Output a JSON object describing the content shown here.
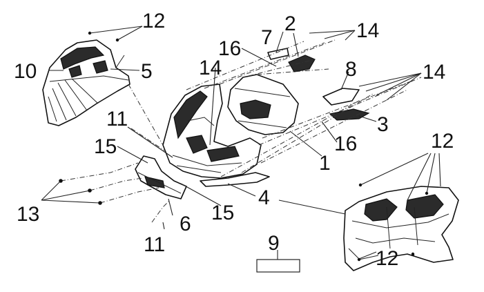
{
  "diagram": {
    "labels": {
      "p1": "1",
      "p2": "2",
      "p3": "3",
      "p4": "4",
      "p5": "5",
      "p6": "6",
      "p7": "7",
      "p8": "8",
      "p9": "9",
      "p10": "10",
      "p11a": "11",
      "p11b": "11",
      "p12a": "12",
      "p12b": "12",
      "p12c": "12",
      "p13": "13",
      "p14a": "14",
      "p14b": "14",
      "p14c": "14",
      "p15a": "15",
      "p15b": "15",
      "p16a": "16",
      "p16b": "16"
    },
    "colors": {
      "line": "#111111",
      "background": "#ffffff",
      "fill_dark": "#2b2b2b"
    }
  }
}
